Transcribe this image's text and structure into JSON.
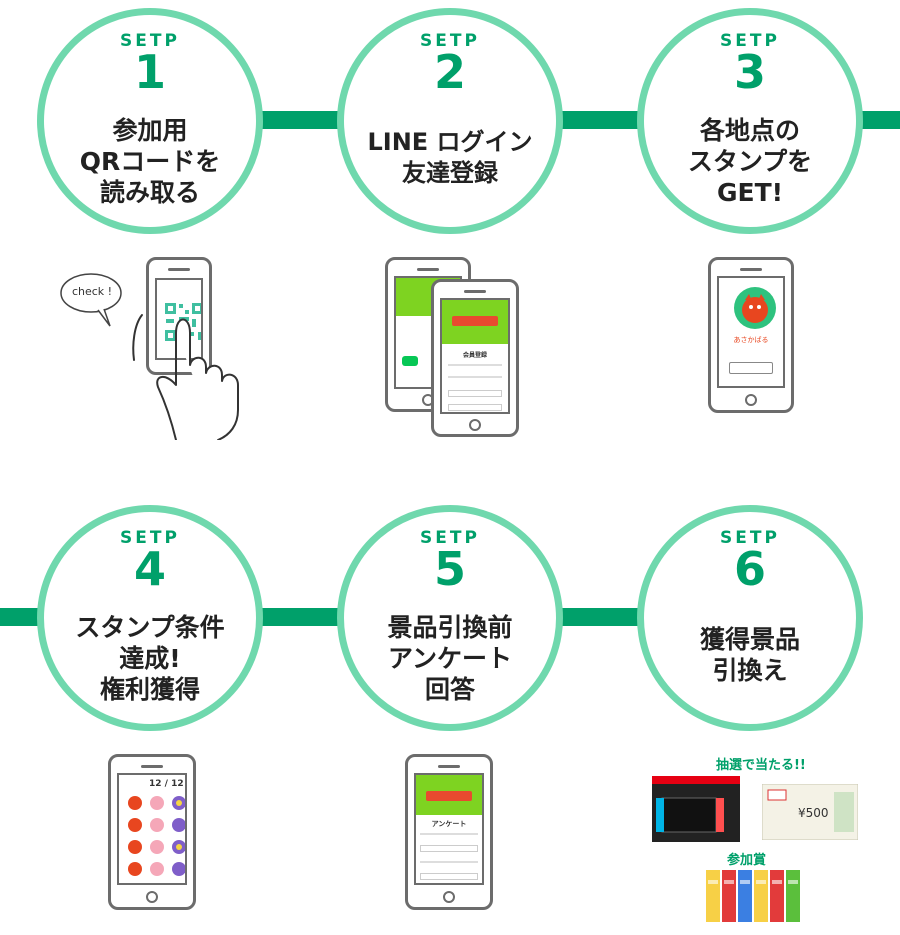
{
  "steps": [
    {
      "setp": "SETP",
      "num": "1",
      "lines": [
        "参加用",
        "QRコードを",
        "読み取る"
      ]
    },
    {
      "setp": "SETP",
      "num": "2",
      "lines": [
        "LINE ログイン",
        "友達登録"
      ]
    },
    {
      "setp": "SETP",
      "num": "3",
      "lines": [
        "各地点の",
        "スタンプを",
        "GET!"
      ]
    },
    {
      "setp": "SETP",
      "num": "4",
      "lines": [
        "スタンプ条件",
        "達成!",
        "権利獲得"
      ]
    },
    {
      "setp": "SETP",
      "num": "5",
      "lines": [
        "景品引換前",
        "アンケート",
        "回答"
      ]
    },
    {
      "setp": "SETP",
      "num": "6",
      "lines": [
        "獲得景品",
        "引換え"
      ]
    }
  ],
  "illustrations": {
    "check_bubble": "check !",
    "step3_character": "あさかばる",
    "step4_counter": "12 / 12",
    "step5_title": "アンケート",
    "step2_title": "会員登録",
    "prize_lottery": "抽選で当たる!!",
    "prize_participation": "参加賞",
    "gift_value": "¥500"
  },
  "colors": {
    "brand_green": "#00a06a",
    "ring_green": "#6fd8ad",
    "phone_gray": "#6c6c6c",
    "screen_green": "#7ed321"
  }
}
